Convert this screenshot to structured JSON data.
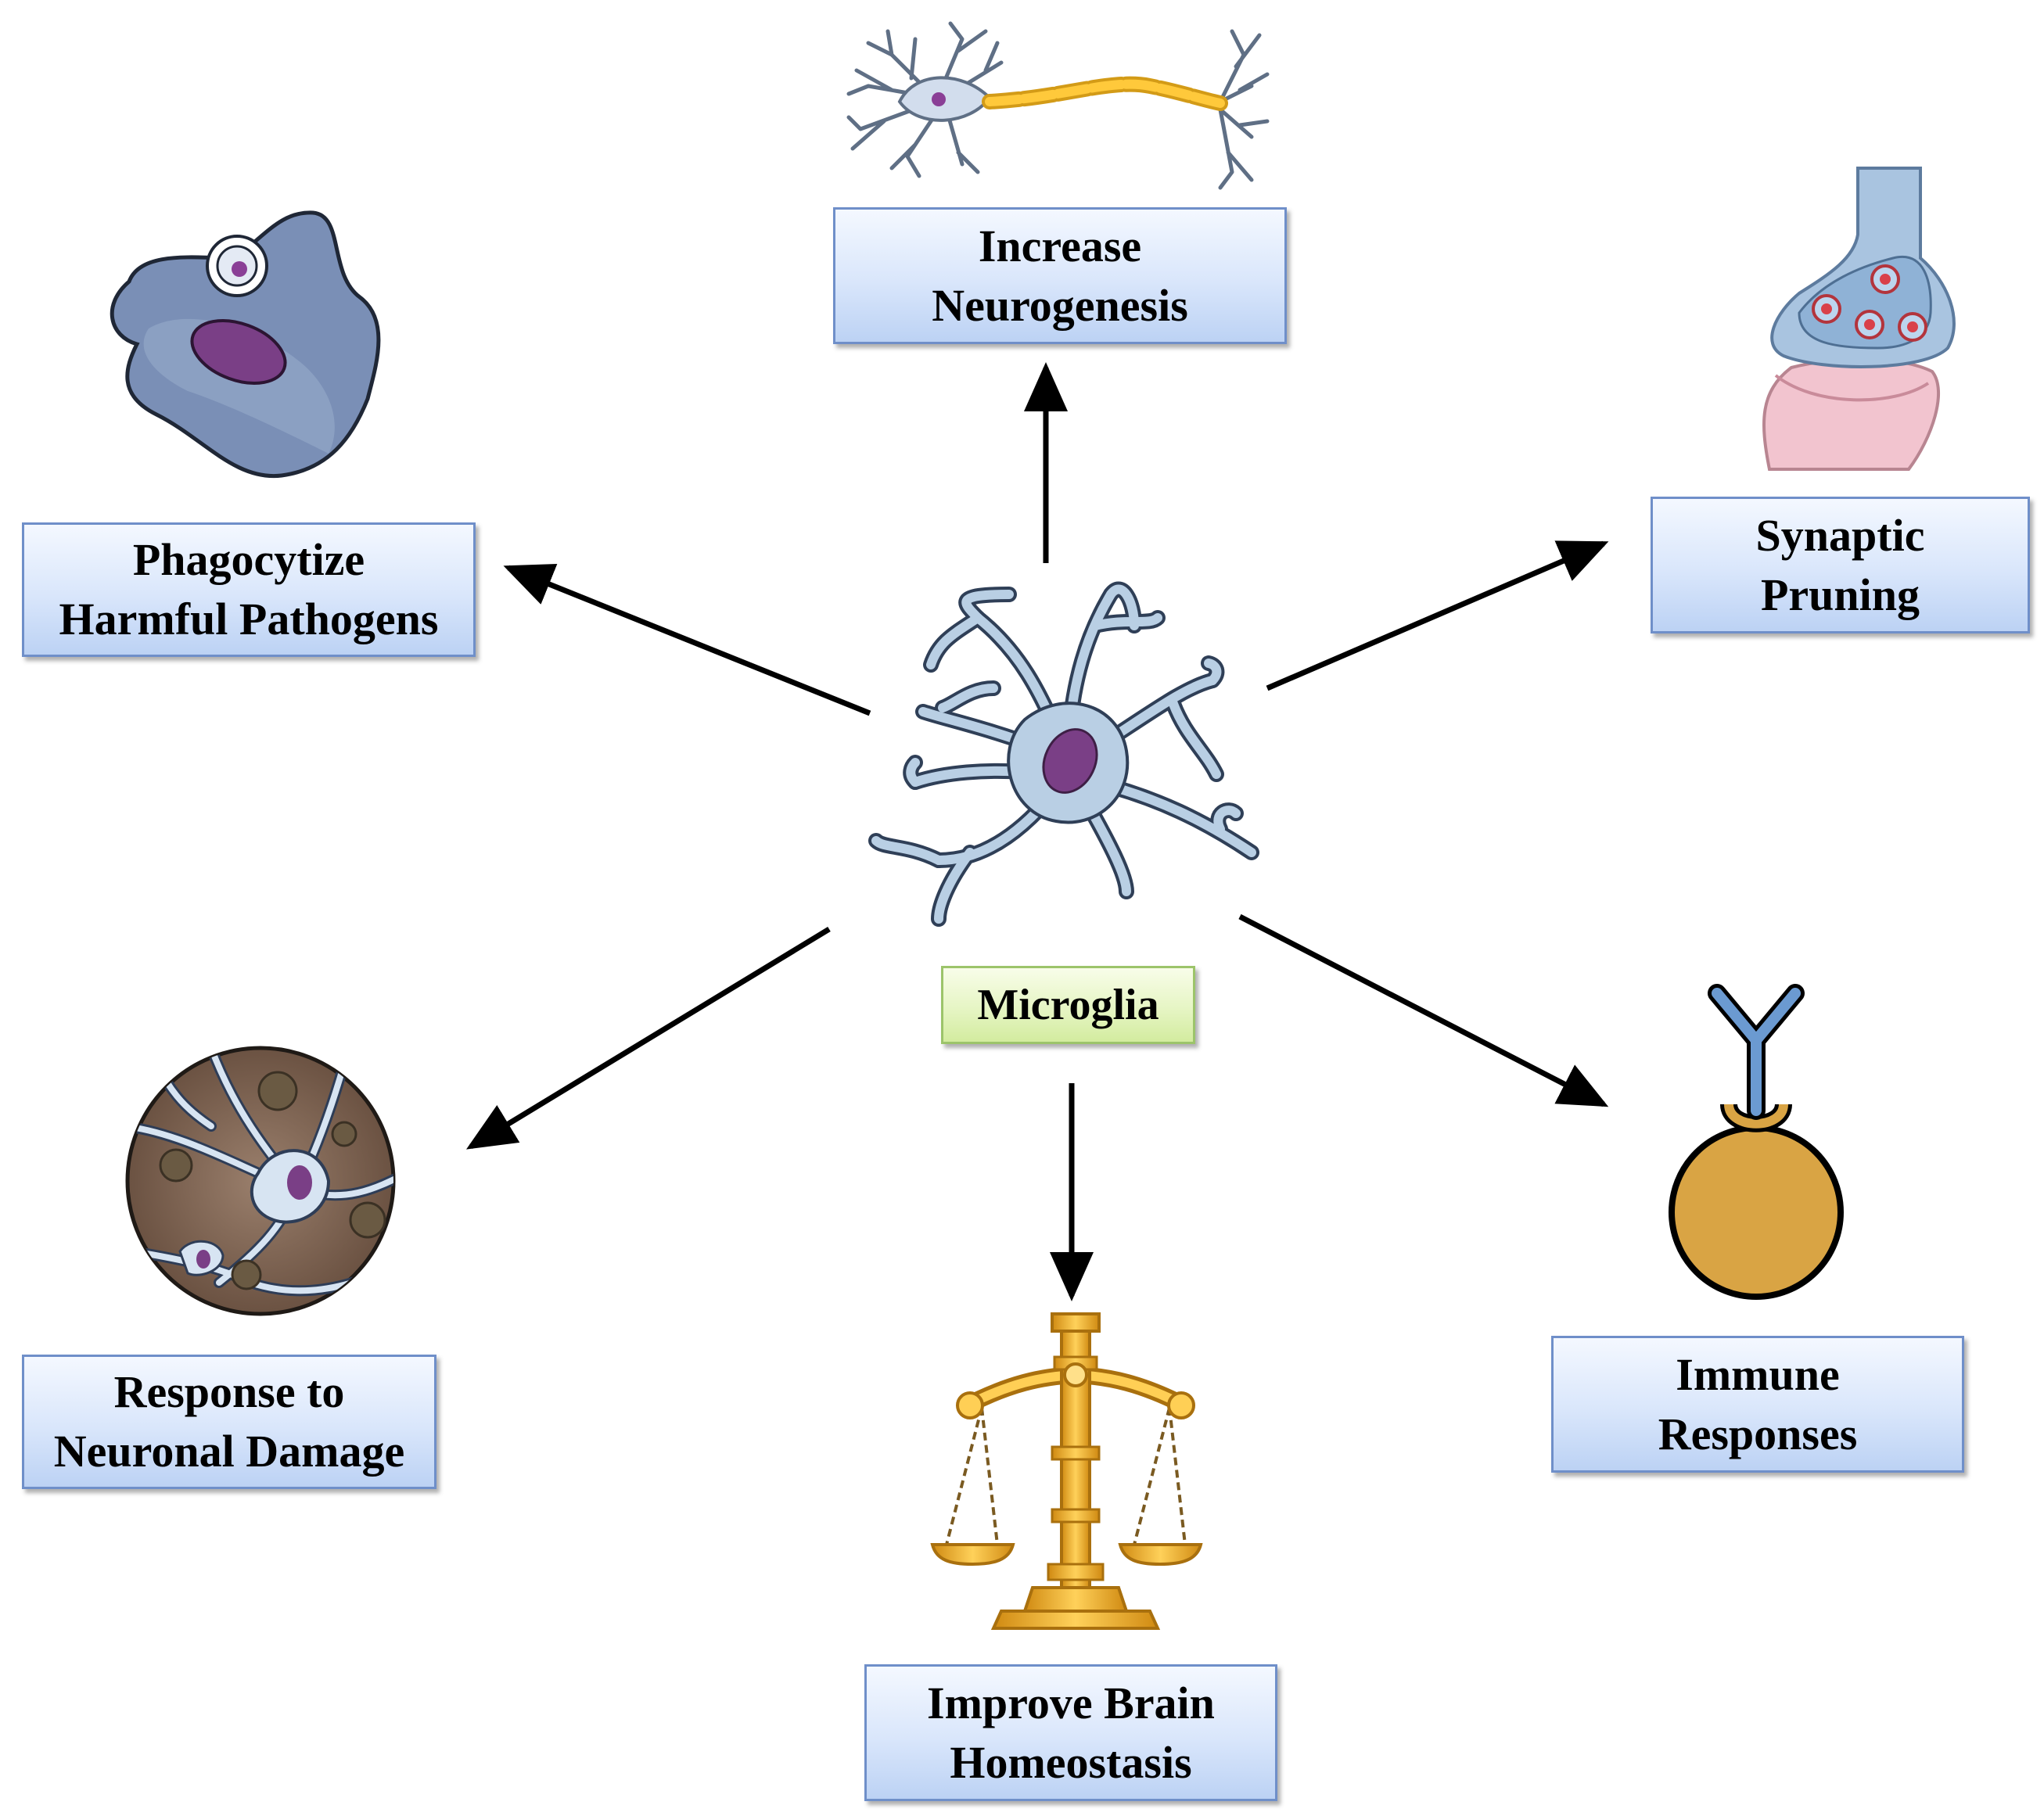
{
  "center": {
    "label": "Microglia"
  },
  "functions": {
    "neurogenesis": {
      "line1": "Increase",
      "line2": "Neurogenesis"
    },
    "phagocytize": {
      "line1": "Phagocytize",
      "line2": "Harmful Pathogens"
    },
    "synaptic": {
      "line1": "Synaptic",
      "line2": "Pruning"
    },
    "neuronal_damage": {
      "line1": "Response to",
      "line2": "Neuronal Damage"
    },
    "immune": {
      "line1": "Immune",
      "line2": "Responses"
    },
    "homeostasis": {
      "line1": "Improve Brain",
      "line2": "Homeostasis"
    }
  },
  "colors": {
    "box_border": "#6f8fc9",
    "center_border": "#9cc46a",
    "arrow": "#000000",
    "cell_fill": "#b9cfe4",
    "nucleus": "#7a3f86"
  },
  "icons": [
    "microglia-cell-icon",
    "neuron-icon",
    "phagocyte-icon",
    "synapse-icon",
    "damaged-tissue-icon",
    "antibody-icon",
    "balance-scale-icon"
  ]
}
